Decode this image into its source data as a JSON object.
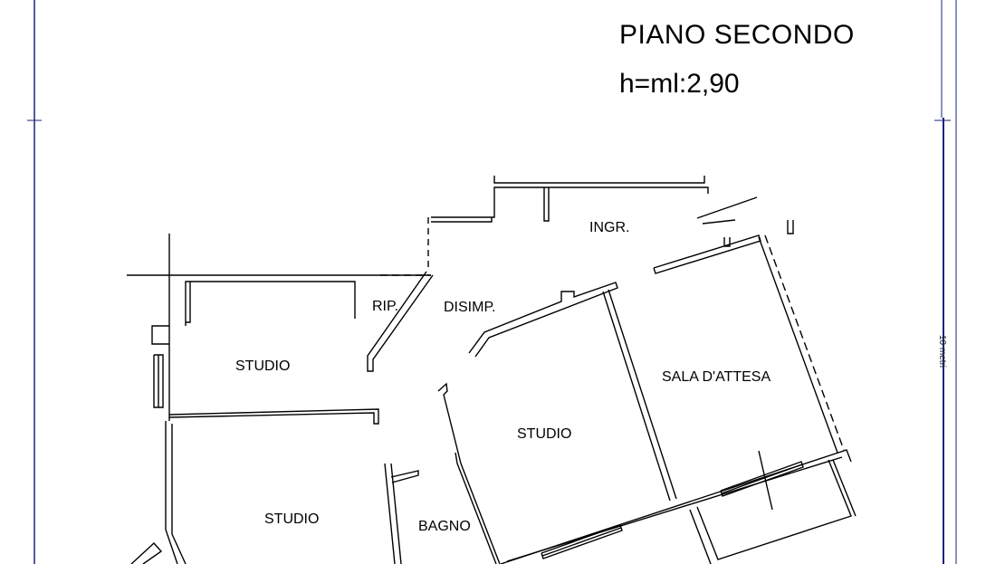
{
  "header": {
    "title": "PIANO SECONDO",
    "height_note": "h=ml:2,90"
  },
  "rooms": [
    {
      "id": "ingr",
      "label": "INGR."
    },
    {
      "id": "rip",
      "label": "RIP."
    },
    {
      "id": "disimp",
      "label": "DISIMP."
    },
    {
      "id": "studio_1",
      "label": "STUDIO"
    },
    {
      "id": "sala",
      "label": "SALA D'ATTESA"
    },
    {
      "id": "studio_2",
      "label": "STUDIO"
    },
    {
      "id": "studio_3",
      "label": "STUDIO"
    },
    {
      "id": "bagno",
      "label": "BAGNO"
    }
  ],
  "scale": {
    "label": "10 metri"
  },
  "colors": {
    "walls": "#000000",
    "frame": "#1a237e",
    "background": "#ffffff"
  }
}
